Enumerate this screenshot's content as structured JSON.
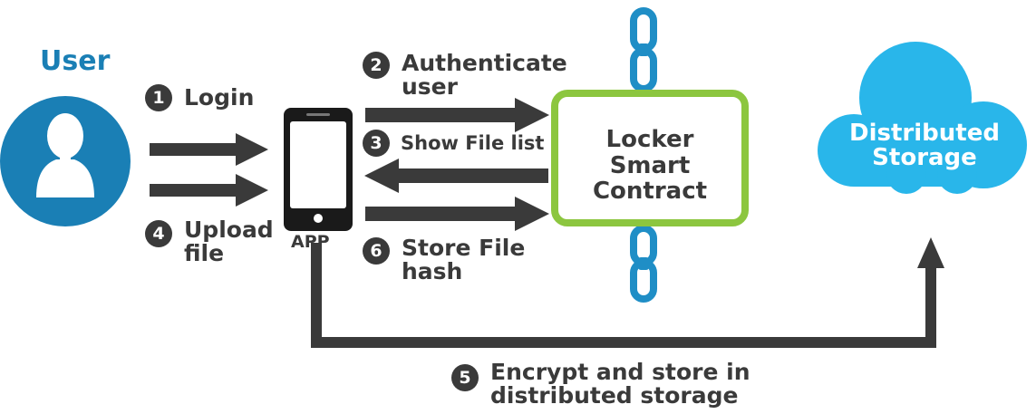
{
  "user": {
    "title": "User",
    "icon": "user-avatar-icon"
  },
  "app": {
    "label": "APP",
    "icon": "smartphone-icon"
  },
  "contract": {
    "label_lines": [
      "Locker",
      "Smart",
      "Contract"
    ],
    "icon": "chain-link-icon"
  },
  "storage": {
    "label_lines": [
      "Distributed",
      "Storage"
    ],
    "icon": "cloud-icon"
  },
  "steps": [
    {
      "number": "1",
      "text_lines": [
        "Login"
      ]
    },
    {
      "number": "2",
      "text_lines": [
        "Authenticate",
        "user"
      ]
    },
    {
      "number": "3",
      "text_lines": [
        "Show File list"
      ]
    },
    {
      "number": "4",
      "text_lines": [
        "Upload",
        "file"
      ]
    },
    {
      "number": "5",
      "text_lines": [
        "Encrypt and store in",
        "distributed storage"
      ]
    },
    {
      "number": "6",
      "text_lines": [
        "Store File",
        "hash"
      ]
    }
  ],
  "colors": {
    "user_blue": "#1a7fb5",
    "contract_green": "#8cc63f",
    "cloud_blue": "#29b6ea",
    "chain_blue": "#1f8ec6",
    "arrow_gray": "#3a3a3a"
  }
}
